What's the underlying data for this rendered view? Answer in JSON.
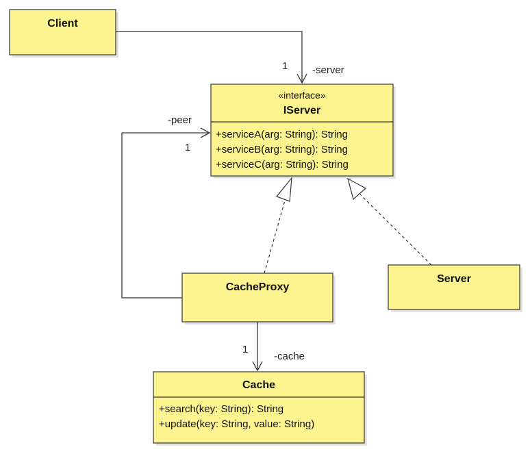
{
  "client": {
    "name": "Client"
  },
  "iserver": {
    "stereotype": "«interface»",
    "name": "IServer",
    "methods": [
      "+serviceA(arg: String): String",
      "+serviceB(arg: String): String",
      "+serviceC(arg: String): String"
    ]
  },
  "cacheproxy": {
    "name": "CacheProxy"
  },
  "server": {
    "name": "Server"
  },
  "cache": {
    "name": "Cache",
    "methods": [
      "+search(key: String): String",
      "+update(key: String, value: String)"
    ]
  },
  "edges": {
    "client_server": {
      "role": "-server",
      "multiplicity": "1"
    },
    "proxy_peer": {
      "role": "-peer",
      "multiplicity": "1"
    },
    "proxy_cache": {
      "role": "-cache",
      "multiplicity": "1"
    }
  }
}
